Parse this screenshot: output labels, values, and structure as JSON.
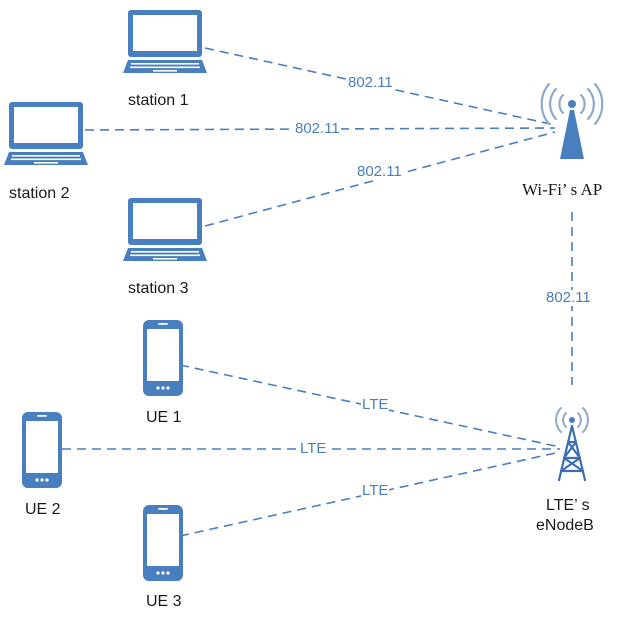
{
  "nodes": {
    "station1": "station 1",
    "station2": "station 2",
    "station3": "station 3",
    "ap": "Wi-Fi’ s AP",
    "ue1": "UE 1",
    "ue2": "UE 2",
    "ue3": "UE 3",
    "enb_line1": "LTE’ s",
    "enb_line2": "eNodeB"
  },
  "links": {
    "s1_ap": "802.11",
    "s2_ap": "802.11",
    "s3_ap": "802.11",
    "ap_enb": "802.11",
    "ue1_enb": "LTE",
    "ue2_enb": "LTE",
    "ue3_enb": "LTE"
  },
  "colors": {
    "link": "#4a7fbf",
    "device": "#4a7fbf",
    "screen": "#ffffff"
  },
  "icons": {
    "station": "laptop-icon",
    "ue": "smartphone-icon",
    "ap": "wifi-access-point-icon",
    "enb": "cell-tower-icon"
  }
}
